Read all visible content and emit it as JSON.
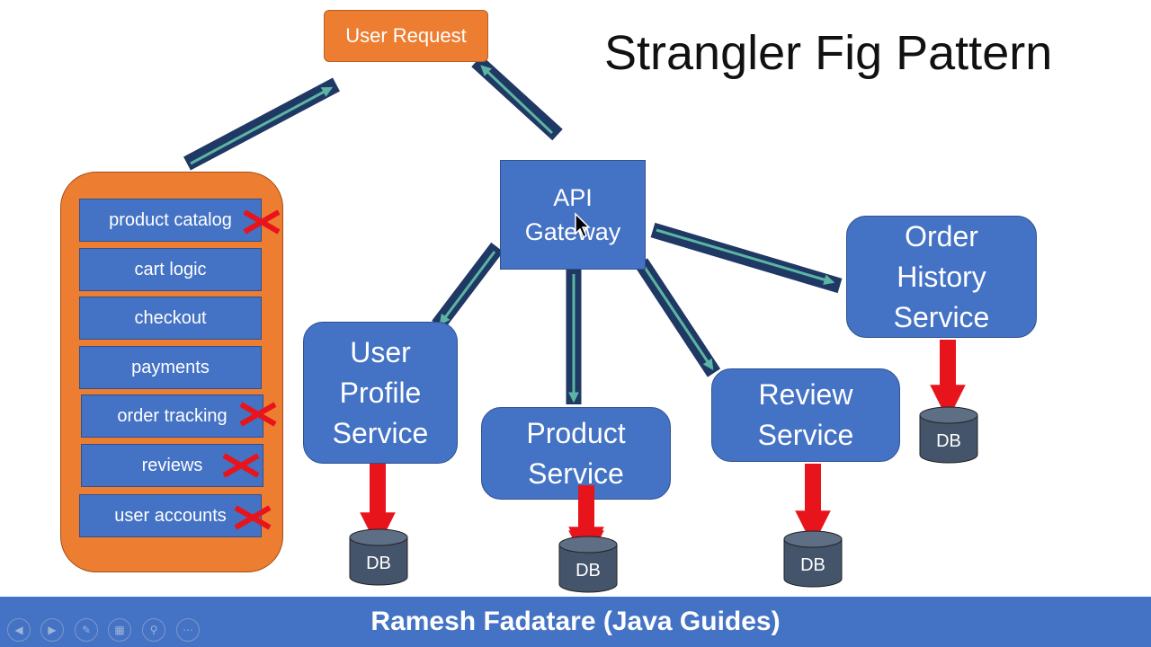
{
  "title": "Strangler Fig Pattern",
  "user_request": "User Request",
  "monolith": {
    "items": [
      {
        "label": "product catalog",
        "removed": true
      },
      {
        "label": "cart logic",
        "removed": false
      },
      {
        "label": "checkout",
        "removed": false
      },
      {
        "label": "payments",
        "removed": false
      },
      {
        "label": "order tracking",
        "removed": true
      },
      {
        "label": "reviews",
        "removed": true
      },
      {
        "label": "user accounts",
        "removed": true
      }
    ]
  },
  "api_gateway": {
    "line1": "API",
    "line2": "Gateway"
  },
  "services": {
    "user_profile": [
      "User",
      "Profile",
      "Service"
    ],
    "product": [
      "Product",
      "Service"
    ],
    "review": [
      "Review",
      "Service"
    ],
    "order_history": [
      "Order",
      "History",
      "Service"
    ]
  },
  "db_label": "DB",
  "footer": "Ramesh Fadatare (Java Guides)",
  "colors": {
    "orange": "#ed7d31",
    "blue": "#4472c4",
    "dark_navy": "#1f3864",
    "teal_arrow": "#5bb5a2",
    "red": "#e8141b",
    "db_gray": "#44546a"
  },
  "slideshow_controls": [
    "previous-icon",
    "next-icon",
    "pen-icon",
    "slides-grid-icon",
    "zoom-icon",
    "more-icon"
  ]
}
